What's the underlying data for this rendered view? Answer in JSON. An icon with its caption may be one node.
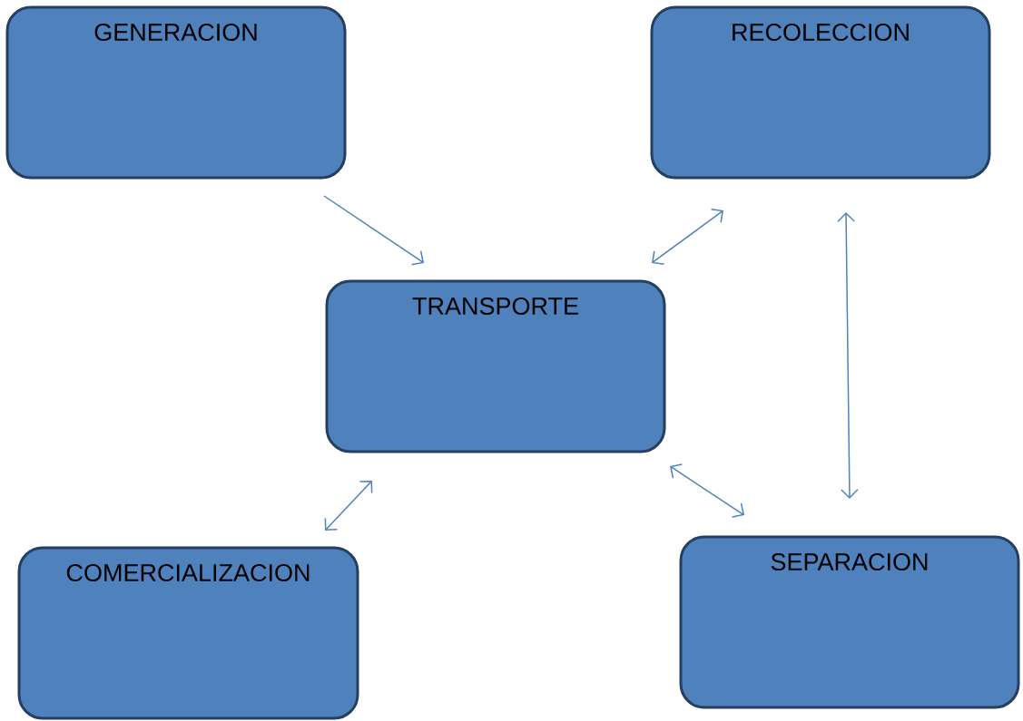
{
  "diagram": {
    "nodes": [
      {
        "text": [
          "GENERACION"
        ]
      },
      {
        "text": [
          "RECOLECCION"
        ]
      },
      {
        "text": [
          "TRANSPORTE"
        ]
      },
      {
        "text": [
          "COMERCIALIZACION"
        ]
      },
      {
        "text": [
          "SEPARACION"
        ]
      }
    ],
    "edges": [
      {
        "from": 0,
        "to": 2,
        "arrow": "to"
      },
      {
        "from": 2,
        "to": 1,
        "arrow": "both"
      },
      {
        "from": 1,
        "to": 4,
        "arrow": "both"
      },
      {
        "from": 3,
        "to": 2,
        "arrow": "both"
      },
      {
        "from": 2,
        "to": 4,
        "arrow": "both"
      }
    ]
  }
}
